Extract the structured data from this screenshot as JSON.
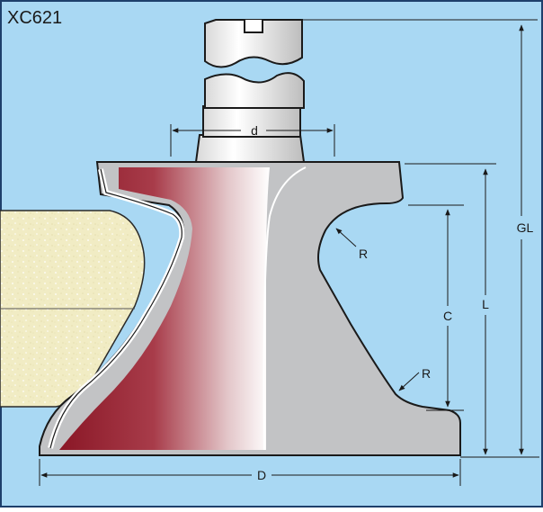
{
  "diagram": {
    "code": "XC621",
    "labels": {
      "shank_diameter": "d",
      "outer_diameter": "D",
      "cutting_height": "C",
      "length": "L",
      "overall_length": "GL",
      "radius_upper": "R",
      "radius_lower": "R"
    },
    "colors": {
      "background": "#a9d8f3",
      "border": "#1e3f6b",
      "cutter_body": "#c2c3c5",
      "carbide_red": "#8c1c2a",
      "workpiece": "#f2edc6",
      "outline": "#1a1a1a"
    }
  }
}
